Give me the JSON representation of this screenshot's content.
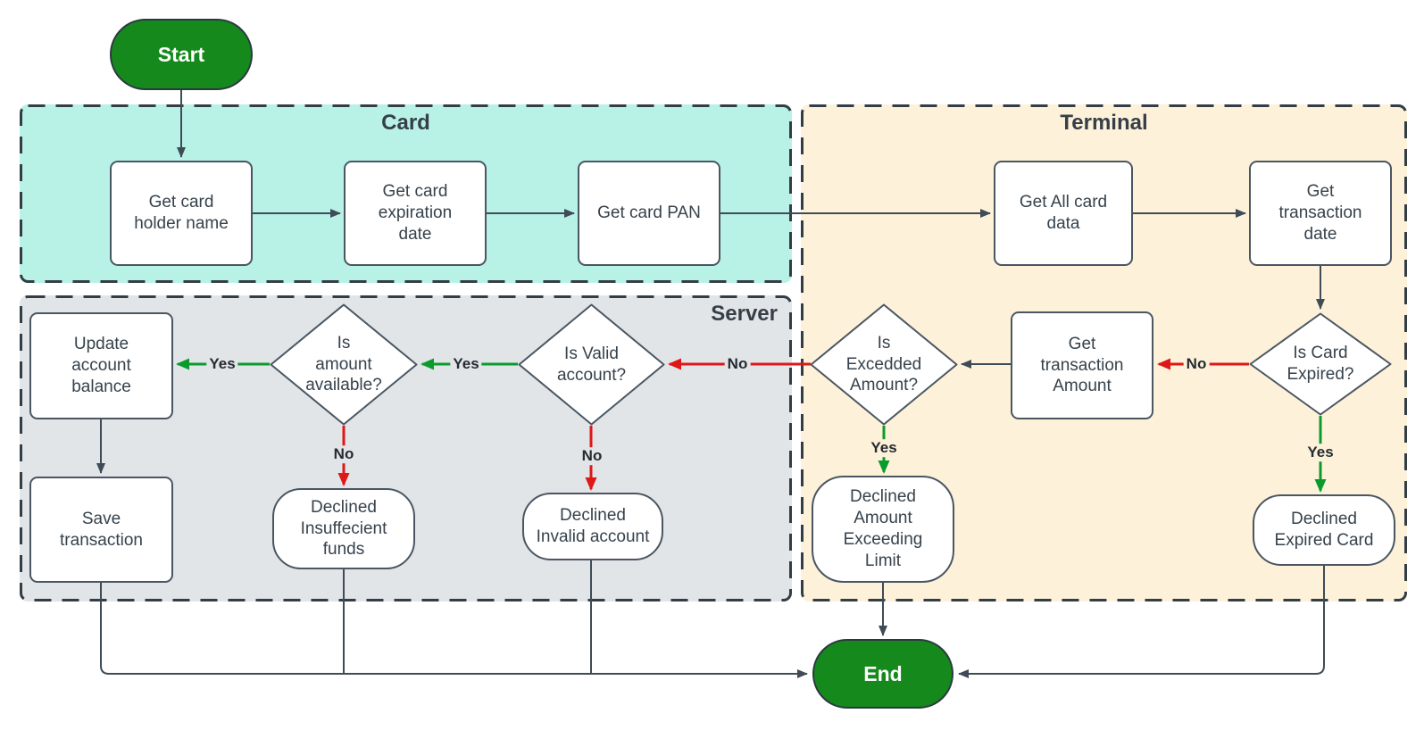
{
  "regions": {
    "card": {
      "label": "Card",
      "fill": "#b8f2e6"
    },
    "terminal": {
      "label": "Terminal",
      "fill": "#fdf2d9"
    },
    "server": {
      "label": "Server",
      "fill": "#e2e5e8"
    }
  },
  "nodes": {
    "start": {
      "type": "terminator",
      "label": "Start"
    },
    "get_card_holder_name": {
      "type": "process",
      "label": "Get card\nholder name"
    },
    "get_card_expiration_date": {
      "type": "process",
      "label": "Get card\nexpiration\ndate"
    },
    "get_card_pan": {
      "type": "process",
      "label": "Get card PAN"
    },
    "get_all_card_data": {
      "type": "process",
      "label": "Get All card\ndata"
    },
    "get_transaction_date": {
      "type": "process",
      "label": "Get\ntransaction\ndate"
    },
    "is_card_expired": {
      "type": "decision",
      "label": "Is Card\nExpired?"
    },
    "get_transaction_amount": {
      "type": "process",
      "label": "Get\ntransaction\nAmount"
    },
    "is_excedded_amount": {
      "type": "decision",
      "label": "Is\nExcedded\nAmount?"
    },
    "is_valid_account": {
      "type": "decision",
      "label": "Is Valid\naccount?"
    },
    "is_amount_available": {
      "type": "decision",
      "label": "Is\namount\navailable?"
    },
    "update_account_balance": {
      "type": "process",
      "label": "Update\naccount\nbalance"
    },
    "save_transaction": {
      "type": "process",
      "label": "Save\ntransaction"
    },
    "declined_insuffecient_funds": {
      "type": "terminator",
      "label": "Declined\nInsuffecient\nfunds"
    },
    "declined_invalid_account": {
      "type": "terminator",
      "label": "Declined\nInvalid account"
    },
    "declined_amount_exceeding_limit": {
      "type": "terminator",
      "label": "Declined\nAmount\nExceeding\nLimit"
    },
    "declined_expired_card": {
      "type": "terminator",
      "label": "Declined\nExpired Card"
    },
    "end": {
      "type": "terminator",
      "label": "End"
    }
  },
  "edges": {
    "card_expired_no": {
      "label": "No",
      "from": "is_card_expired",
      "to": "get_transaction_amount"
    },
    "card_expired_yes": {
      "label": "Yes",
      "from": "is_card_expired",
      "to": "declined_expired_card"
    },
    "excedded_amount_no": {
      "label": "No",
      "from": "is_excedded_amount",
      "to": "is_valid_account"
    },
    "excedded_amount_yes": {
      "label": "Yes",
      "from": "is_excedded_amount",
      "to": "declined_amount_exceeding_limit"
    },
    "valid_account_no": {
      "label": "No",
      "from": "is_valid_account",
      "to": "declined_invalid_account"
    },
    "valid_account_yes": {
      "label": "Yes",
      "from": "is_valid_account",
      "to": "is_amount_available"
    },
    "amount_available_no": {
      "label": "No",
      "from": "is_amount_available",
      "to": "declined_insuffecient_funds"
    },
    "amount_available_yes": {
      "label": "Yes",
      "from": "is_amount_available",
      "to": "update_account_balance"
    }
  },
  "colors": {
    "terminator_green": "#15891c",
    "yes_arrow_green": "#0b9b2c",
    "no_arrow_red": "#de1717",
    "connector_dark": "#3f4b57",
    "node_border": "#4a5662",
    "node_text": "#36424c",
    "region_border": "#333d46"
  }
}
